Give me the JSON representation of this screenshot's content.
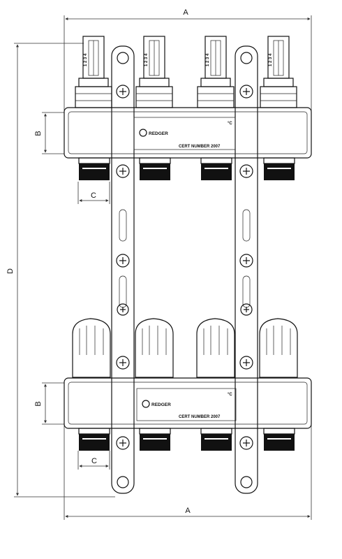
{
  "dimensions": {
    "width_label": "A",
    "height_label": "D",
    "bar_height_label": "B",
    "outlet_spacing_label": "C"
  },
  "flowmeter_tick_text": "1 2 3 4",
  "brand": "REDGER",
  "temp_unit": "°C",
  "certification": "CERT NUMBER 2007"
}
